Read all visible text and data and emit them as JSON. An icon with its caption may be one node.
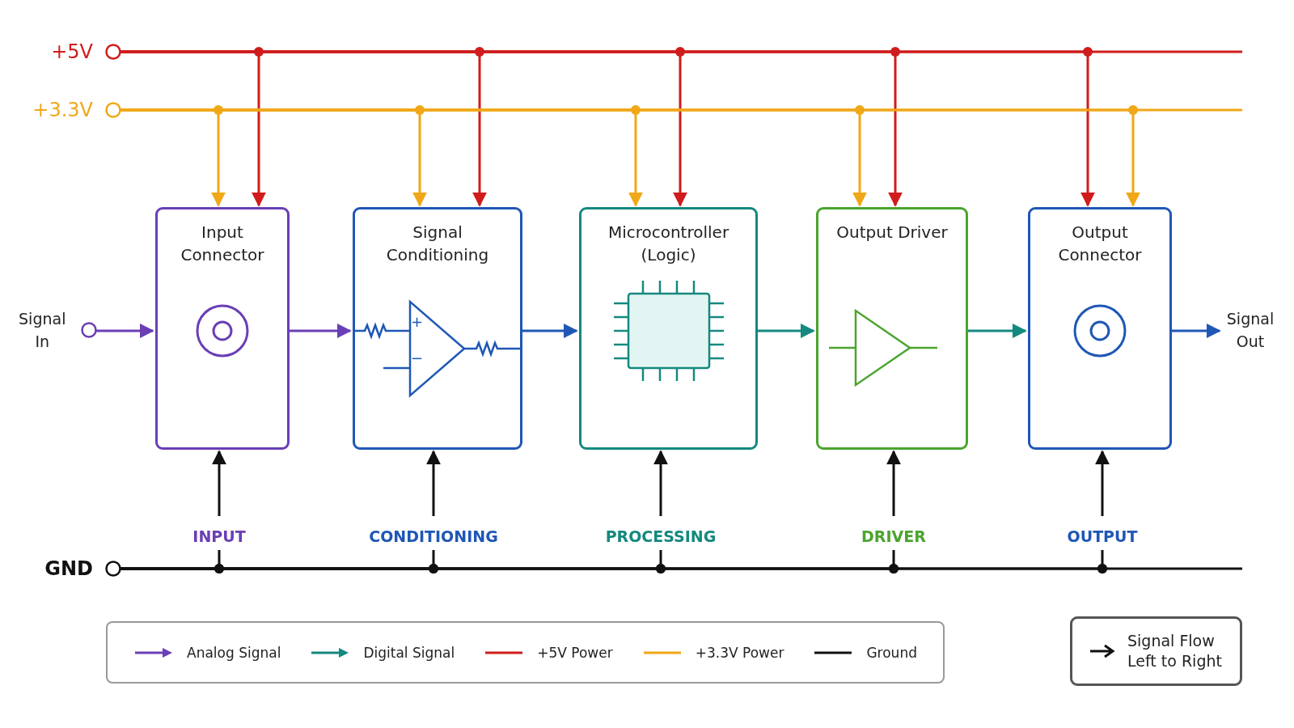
{
  "diagram": {
    "nodes": [
      {
        "text": [
          "+5V"
        ]
      },
      {
        "text": [
          "+3.3V"
        ]
      },
      {
        "text": [
          "Signal In"
        ]
      },
      {
        "text": [
          "Input Connector"
        ]
      },
      {
        "text": [
          "Signal Conditioning"
        ]
      },
      {
        "text": [
          "Microcontroller (Logic)"
        ]
      },
      {
        "text": [
          "Output Driver"
        ]
      },
      {
        "text": [
          "Output Connector"
        ]
      },
      {
        "text": [
          "Signal Out"
        ]
      },
      {
        "text": [
          "INPUT"
        ]
      },
      {
        "text": [
          "CONDITIONING"
        ]
      },
      {
        "text": [
          "PROCESSING"
        ]
      },
      {
        "text": [
          "DRIVER"
        ]
      },
      {
        "text": [
          "OUTPUT"
        ]
      },
      {
        "text": [
          "GND"
        ]
      },
      {
        "text": [
          "Signal Flow Left to Right"
        ]
      }
    ],
    "edges": [
      {
        "from": 0,
        "to": 3,
        "arrow": "to",
        "color": "#d01c1c"
      },
      {
        "from": 0,
        "to": 4,
        "arrow": "to",
        "color": "#d01c1c"
      },
      {
        "from": 0,
        "to": 5,
        "arrow": "to",
        "color": "#d01c1c"
      },
      {
        "from": 0,
        "to": 6,
        "arrow": "to",
        "color": "#d01c1c"
      },
      {
        "from": 0,
        "to": 7,
        "arrow": "to",
        "color": "#d01c1c"
      },
      {
        "from": 1,
        "to": 3,
        "arrow": "to",
        "color": "#f0a818"
      },
      {
        "from": 1,
        "to": 4,
        "arrow": "to",
        "color": "#f0a818"
      },
      {
        "from": 1,
        "to": 5,
        "arrow": "to",
        "color": "#f0a818"
      },
      {
        "from": 1,
        "to": 6,
        "arrow": "to",
        "color": "#f0a818"
      },
      {
        "from": 1,
        "to": 7,
        "arrow": "to",
        "color": "#f0a818"
      },
      {
        "from": 2,
        "to": 3,
        "arrow": "to",
        "color": "#6a3fb5"
      },
      {
        "from": 3,
        "to": 4,
        "arrow": "to",
        "color": "#6a3fb5"
      },
      {
        "from": 4,
        "to": 5,
        "arrow": "to",
        "color": "#1f57b5"
      },
      {
        "from": 5,
        "to": 6,
        "arrow": "to",
        "color": "#14897f"
      },
      {
        "from": 6,
        "to": 7,
        "arrow": "to",
        "color": "#14897f"
      },
      {
        "from": 7,
        "to": 8,
        "arrow": "to",
        "color": "#1f57b5"
      },
      {
        "from": 14,
        "to": 9,
        "arrow": "none"
      },
      {
        "from": 14,
        "to": 10,
        "arrow": "none"
      },
      {
        "from": 14,
        "to": 11,
        "arrow": "none"
      },
      {
        "from": 14,
        "to": 12,
        "arrow": "none"
      },
      {
        "from": 14,
        "to": 13,
        "arrow": "none"
      },
      {
        "from": 9,
        "to": 3,
        "arrow": "to"
      },
      {
        "from": 10,
        "to": 4,
        "arrow": "to"
      },
      {
        "from": 11,
        "to": 5,
        "arrow": "to"
      },
      {
        "from": 12,
        "to": 6,
        "arrow": "to"
      },
      {
        "from": 13,
        "to": 7,
        "arrow": "to"
      }
    ],
    "labels": [
      "+",
      "−"
    ],
    "legend": [
      {
        "text": "Analog Signal"
      },
      {
        "text": "Digital Signal"
      },
      {
        "text": "+5V Power"
      },
      {
        "text": "+3.3V Power"
      },
      {
        "text": "Ground"
      }
    ]
  }
}
